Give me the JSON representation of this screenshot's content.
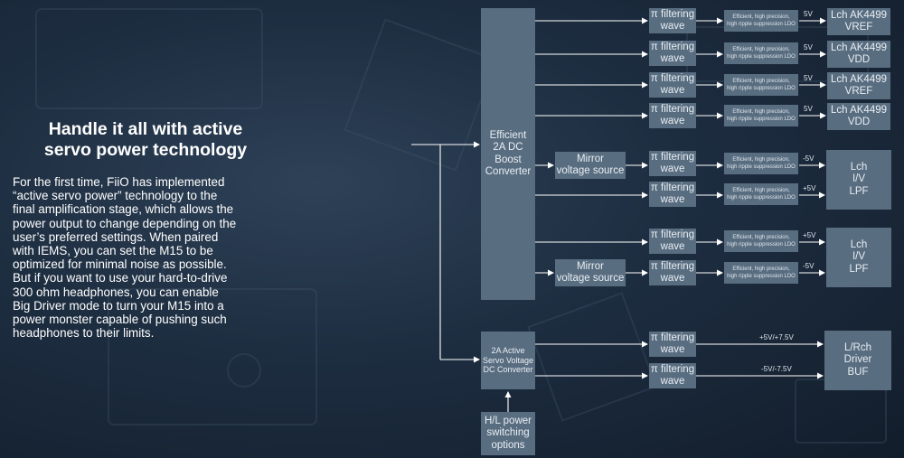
{
  "heading": {
    "line1": "Handle it all with active",
    "line2": "servo power technology"
  },
  "body_lines": [
    "For the first time, FiiO has implemented",
    "“active servo power” technology to the",
    "final amplification stage, which allows the",
    "power output to change depending on the",
    "user’s preferred settings. When paired",
    "with IEMS, you can set the M15 to be",
    "optimized for minimal noise as possible.",
    "But if you want to use your hard-to-drive",
    "300 ohm headphones, you can enable",
    "Big Driver mode to turn your M15 into a",
    "power monster capable of pushing such",
    "headphones to their limits."
  ],
  "diagram": {
    "boost_converter": [
      "Efficient",
      "2A DC",
      "Boost",
      "Converter"
    ],
    "servo_converter": [
      "2A Active",
      "Servo Voltage",
      "DC Converter"
    ],
    "hl_switch": [
      "H/L power",
      "switching",
      "options"
    ],
    "mirror_source": [
      "Mirror",
      "voltage source"
    ],
    "pi_filter": [
      "π filtering",
      "wave"
    ],
    "ldo": [
      "Efficient, high precision,",
      "high ripple suppression LDO"
    ],
    "outputs": {
      "vref": [
        "Lch AK4499",
        "VREF"
      ],
      "vdd": [
        "Lch AK4499",
        "VDD"
      ],
      "iv_lpf": [
        "Lch",
        "I/V",
        "LPF"
      ],
      "driver_buf": [
        "L/Rch",
        "Driver",
        "BUF"
      ]
    },
    "voltages": {
      "v5": "5V",
      "neg5": "-5V",
      "pos5": "+5V",
      "pos_servo": "+5V/+7.5V",
      "neg_servo": "-5V/-7.5V"
    }
  }
}
